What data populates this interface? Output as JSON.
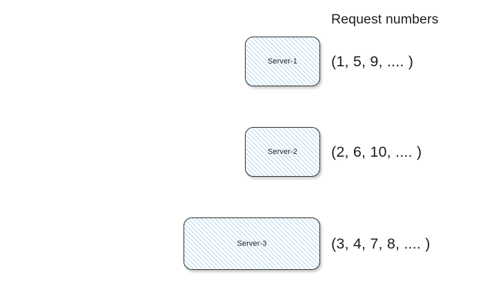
{
  "diagram": {
    "title": "Request numbers",
    "background_color": "#ffffff",
    "header": {
      "label": "Request numbers"
    },
    "servers": [
      {
        "id": "server-1",
        "label": "Server-1",
        "requests": "(1, 5, 9, .... )",
        "fill_pattern": "diagonal-hatch",
        "hatch_color": "#b4d7ef",
        "border_color": "#2c2c2c"
      },
      {
        "id": "server-2",
        "label": "Server-2",
        "requests": "(2, 6, 10, .... )",
        "fill_pattern": "diagonal-hatch",
        "hatch_color": "#b4d7ef",
        "border_color": "#2c2c2c"
      },
      {
        "id": "server-3",
        "label": "Server-3",
        "requests": "(3, 4, 7, 8, .... )",
        "fill_pattern": "diagonal-hatch",
        "hatch_color": "#b4d7ef",
        "border_color": "#2c2c2c"
      }
    ]
  }
}
